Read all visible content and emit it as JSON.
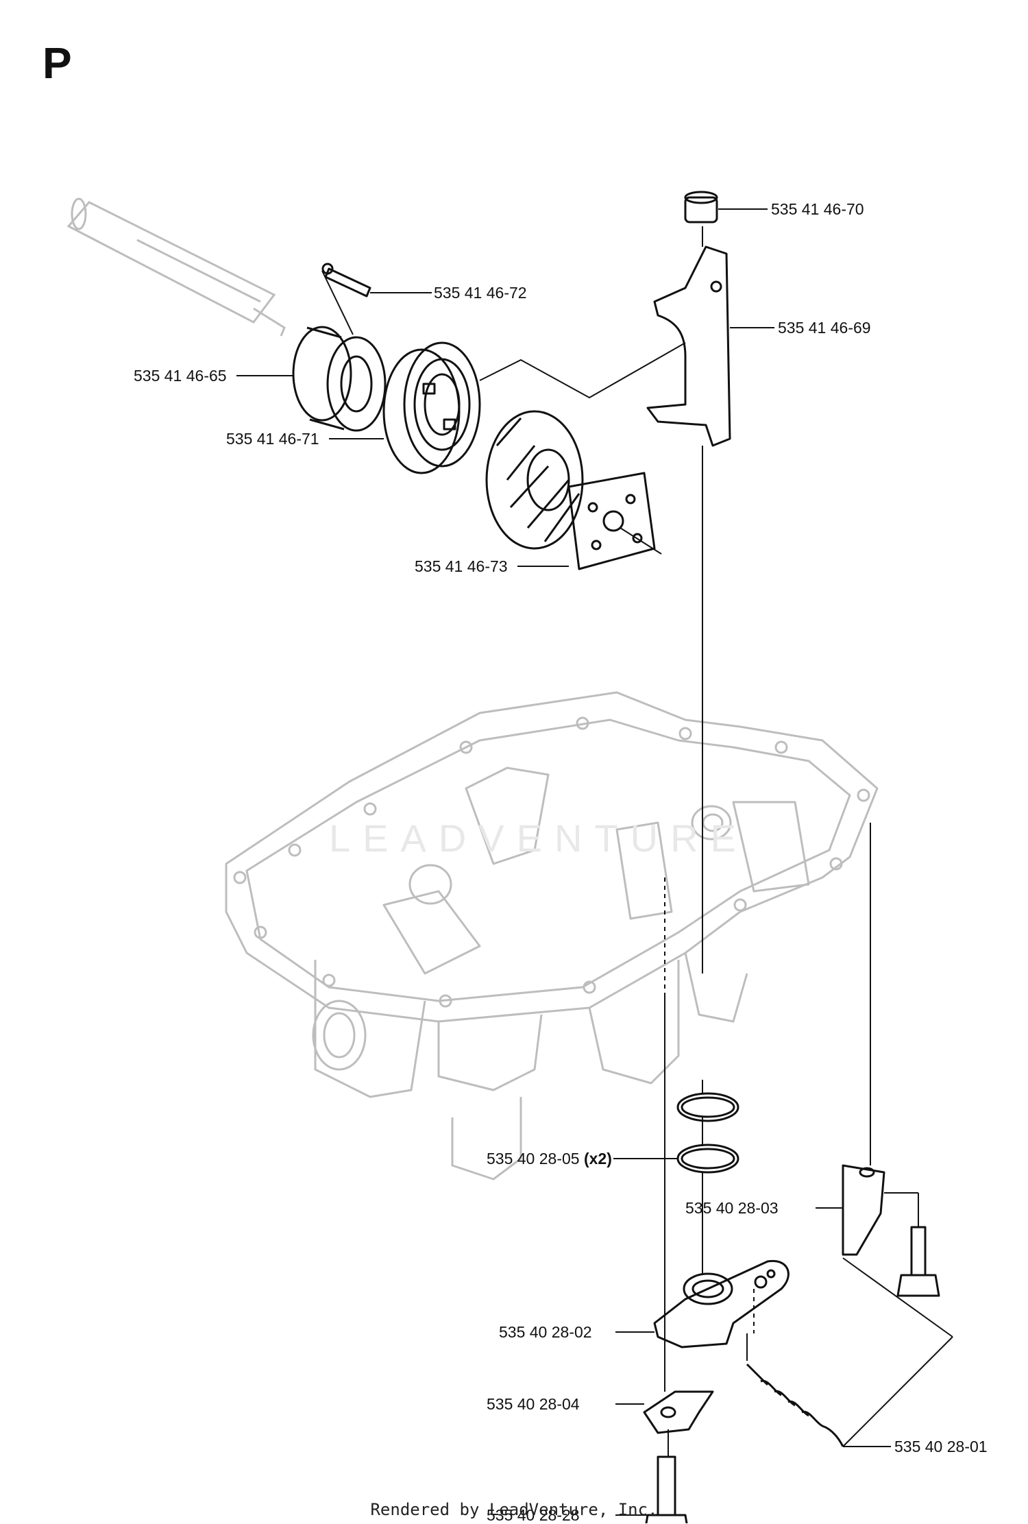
{
  "section": {
    "letter": "P"
  },
  "callouts": [
    {
      "id": "p1",
      "part": "535 41 46-70"
    },
    {
      "id": "p2",
      "part": "535 41 46-72"
    },
    {
      "id": "p3",
      "part": "535 41 46-69"
    },
    {
      "id": "p4",
      "part": "535 41 46-65"
    },
    {
      "id": "p5",
      "part": "535 41 46-71"
    },
    {
      "id": "p6",
      "part": "535 41 46-73"
    },
    {
      "id": "p7",
      "part": "535 40 28-05",
      "qty": "(x2)"
    },
    {
      "id": "p8",
      "part": "535 40 28-03"
    },
    {
      "id": "p9",
      "part": "535 40 28-02"
    },
    {
      "id": "p10",
      "part": "535 40 28-04"
    },
    {
      "id": "p11",
      "part": "535 40 28-01"
    },
    {
      "id": "p12",
      "part": "535 40 28-28"
    }
  ],
  "watermark": "LEADVENTURE",
  "footer": "Rendered by LeadVenture, Inc.",
  "colors": {
    "line": "#111111",
    "ghost": "#bdbdbd",
    "watermark": "#e8e8e8"
  }
}
